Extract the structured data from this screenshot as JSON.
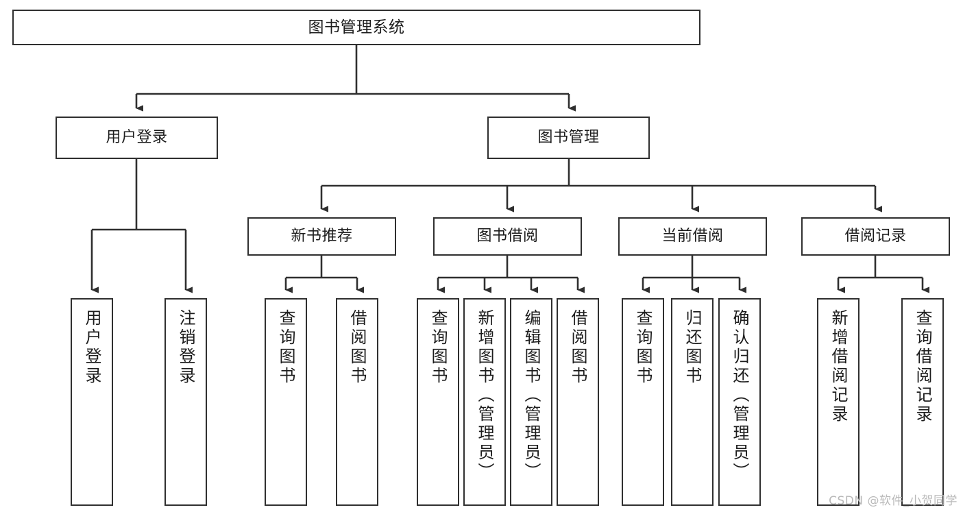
{
  "diagram": {
    "title": "图书管理系统",
    "type": "function-structure-tree",
    "watermark": "CSDN @软件_小贺同学",
    "colors": {
      "stroke": "#2f2f2f",
      "fill": "#ffffff",
      "text": "#1d1d1d",
      "watermark": "#b9b9b9"
    },
    "root": {
      "label": "图书管理系统"
    },
    "level2": [
      {
        "label": "用户登录"
      },
      {
        "label": "图书管理"
      }
    ],
    "level3": [
      {
        "label": "新书推荐"
      },
      {
        "label": "图书借阅"
      },
      {
        "label": "当前借阅"
      },
      {
        "label": "借阅记录"
      }
    ],
    "leaves": {
      "user_login": [
        {
          "label": "用户登录"
        },
        {
          "label": "注销登录"
        }
      ],
      "new_book": [
        {
          "label": "查询图书"
        },
        {
          "label": "借阅图书"
        }
      ],
      "book_borrow": [
        {
          "label": "查询图书"
        },
        {
          "label": "新增图书（管理员）"
        },
        {
          "label": "编辑图书（管理员）"
        },
        {
          "label": "借阅图书"
        }
      ],
      "current_borrow": [
        {
          "label": "查询图书"
        },
        {
          "label": "归还图书"
        },
        {
          "label": "确认归还（管理员）"
        }
      ],
      "borrow_record": [
        {
          "label": "新增借阅记录"
        },
        {
          "label": "查询借阅记录"
        }
      ]
    }
  }
}
